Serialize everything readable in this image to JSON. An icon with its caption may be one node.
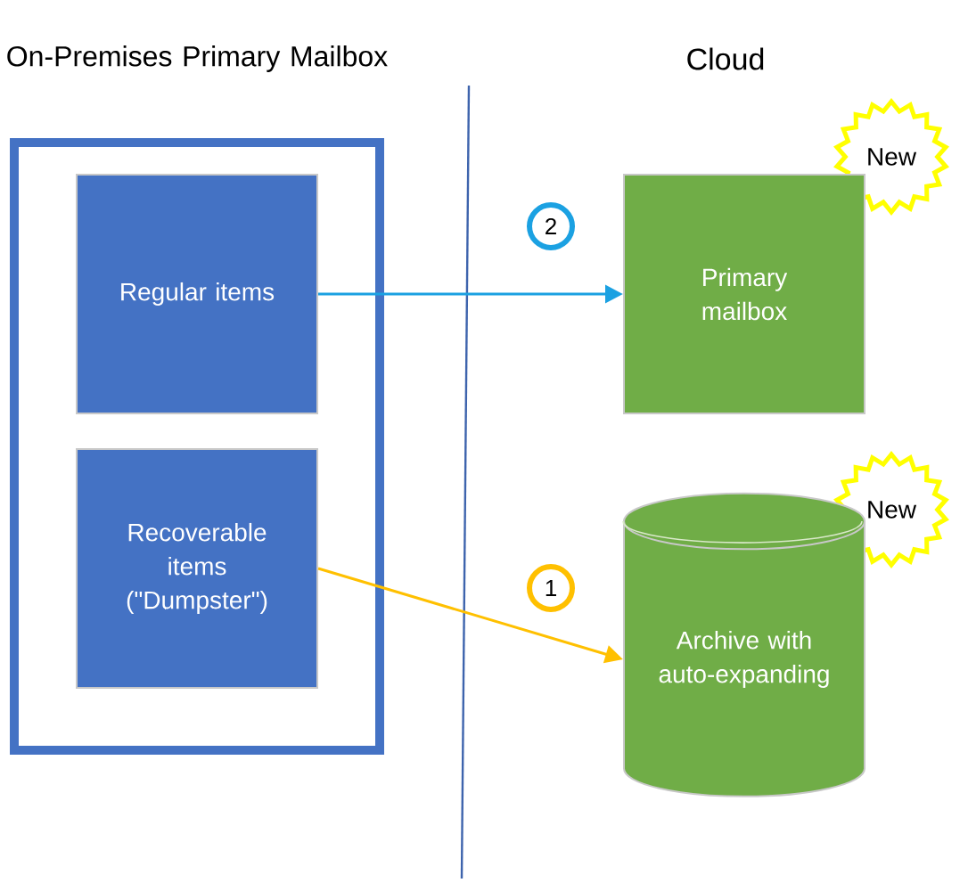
{
  "diagram": {
    "nodes": [
      {
        "text": [
          "On-Premises Primary Mailbox"
        ]
      },
      {
        "text": [
          "Regular items"
        ],
        "in": 0
      },
      {
        "text": [
          "Recoverable items (\"Dumpster\")"
        ],
        "in": 0
      },
      {
        "text": [
          "New"
        ]
      },
      {
        "text": [
          "2"
        ]
      },
      {
        "text": [
          "Primary mailbox"
        ]
      },
      {
        "text": [
          "New"
        ]
      },
      {
        "text": [
          "1"
        ]
      },
      {
        "text": [
          "Archive with auto-expanding"
        ]
      }
    ],
    "edges": [
      {
        "from": 1,
        "to": 5,
        "arrow": "to",
        "color": "#1ba1e2"
      },
      {
        "from": 2,
        "to": 8,
        "arrow": "to",
        "color": "#ffc000"
      }
    ],
    "labels": [
      "Cloud"
    ]
  }
}
